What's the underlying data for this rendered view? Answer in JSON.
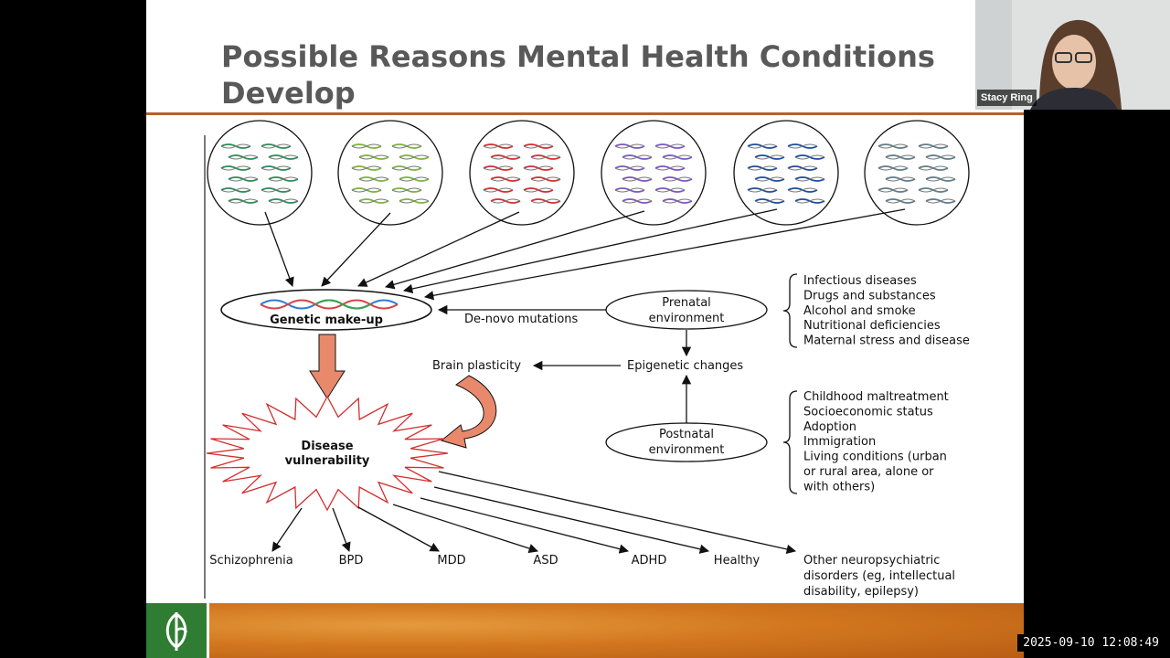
{
  "slide": {
    "title": "Possible Reasons Mental Health Conditions Develop"
  },
  "diagram": {
    "genetic_makeup": "Genetic make-up",
    "de_novo": "De-novo mutations",
    "prenatal_line1": "Prenatal",
    "prenatal_line2": "environment",
    "postnatal_line1": "Postnatal",
    "postnatal_line2": "environment",
    "epigenetic": "Epigenetic changes",
    "brain_plasticity": "Brain plasticity",
    "disease_line1": "Disease",
    "disease_line2": "vulnerability",
    "prenatal_factors": [
      "Infectious diseases",
      "Drugs and substances",
      "Alcohol and smoke",
      "Nutritional deficiencies",
      "Maternal stress and disease"
    ],
    "postnatal_factors": [
      "Childhood maltreatment",
      "Socioeconomic status",
      "Adoption",
      "Immigration",
      "Living conditions (urban",
      "or rural area, alone or",
      "with others)"
    ],
    "outcomes": [
      "Schizophrenia",
      "BPD",
      "MDD",
      "ASD",
      "ADHD",
      "Healthy"
    ],
    "other_outcome": [
      "Other neuropsychiatric",
      "disorders (eg, intellectual",
      "disability, epilepsy)"
    ],
    "dna_colors": [
      "#2e8b57",
      "#7cb342",
      "#d32f2f",
      "#7e57c2",
      "#1e4f9c",
      "#607d8b"
    ]
  },
  "video": {
    "participant_name": "Stacy Ring"
  },
  "timestamp": "2025-09-10 12:08:49",
  "colors": {
    "title_rule": "#b5612a",
    "footer": "#d2771f",
    "logo_bg": "#2f7d32",
    "salmon_arrow": "#e8896b"
  }
}
